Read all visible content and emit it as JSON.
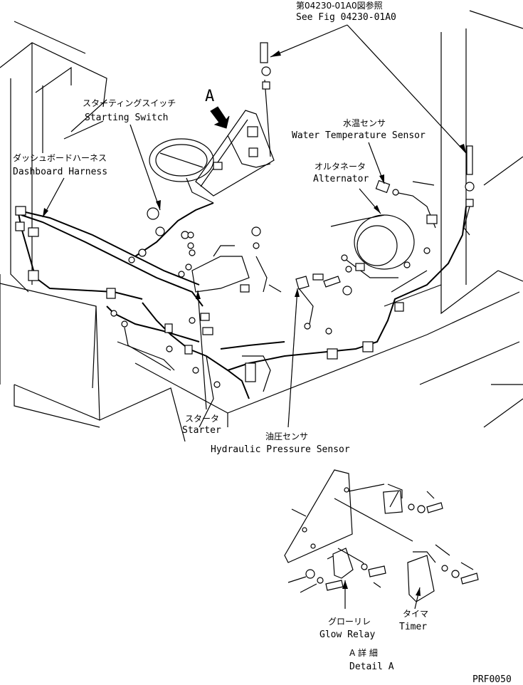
{
  "labels": {
    "ref_jp": "第04230-01A0図参照",
    "ref_en": "See Fig 04230-01A0",
    "starting_switch_jp": "スターティングスイッチ",
    "starting_switch_en": "Starting Switch",
    "dashboard_harness_jp": "ダッシュボードハーネス",
    "dashboard_harness_en": "Dashboard Harness",
    "water_temp_jp": "水温センサ",
    "water_temp_en": "Water Temperature Sensor",
    "alternator_jp": "オルタネータ",
    "alternator_en": "Alternator",
    "view_a": "A",
    "starter_jp": "スタータ",
    "starter_en": "Starter",
    "hyd_pressure_jp": "油圧センサ",
    "hyd_pressure_en": "Hydraulic Pressure Sensor",
    "glow_relay_jp": "グローリレ",
    "glow_relay_en": "Glow Relay",
    "timer_jp": "タイマ",
    "timer_en": "Timer",
    "detail_jp": "A 詳 細",
    "detail_en": "Detail A",
    "drawing_code": "PRF0050"
  },
  "icons": [
    "view-direction-arrow-icon",
    "leader-arrow-icon"
  ]
}
